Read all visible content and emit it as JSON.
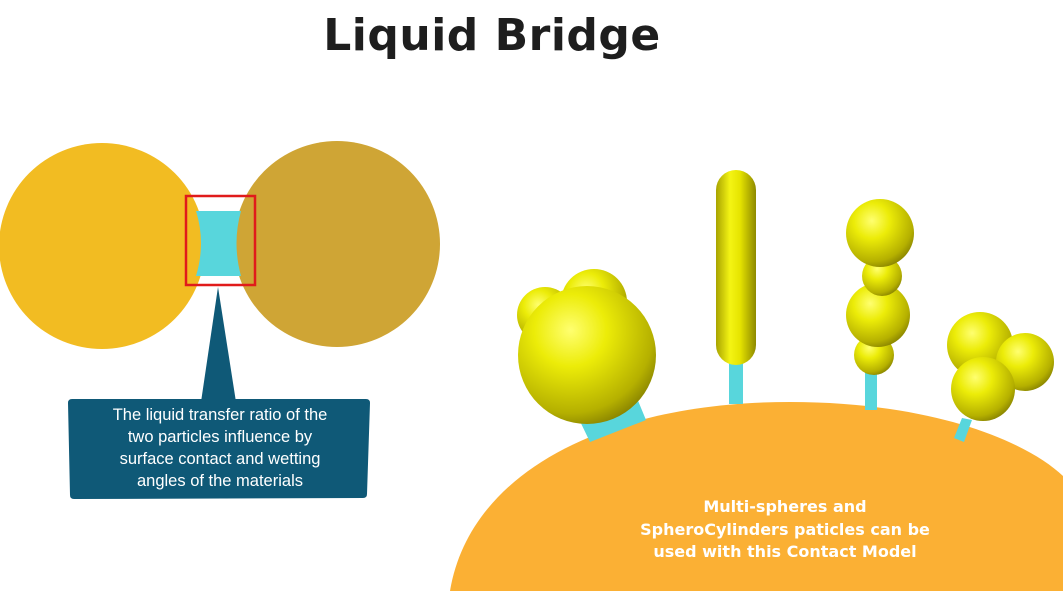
{
  "title": "Liquid Bridge",
  "callout": {
    "lines": [
      "The liquid transfer ratio of the",
      "two particles influence by",
      "surface contact and wetting",
      "angles of the materials"
    ]
  },
  "note": {
    "lines": [
      "Multi-spheres and",
      "SpheroCylinders paticles can be",
      "used with this Contact Model"
    ]
  },
  "colors": {
    "particle_left": "#f2bc22",
    "particle_right": "#cfa535",
    "bridge": "#58d6dc",
    "highlight_box": "#e01b1b",
    "callout_bg": "#0f5977",
    "ground": "#fbb034",
    "particle_yellow": "#e8e600"
  }
}
